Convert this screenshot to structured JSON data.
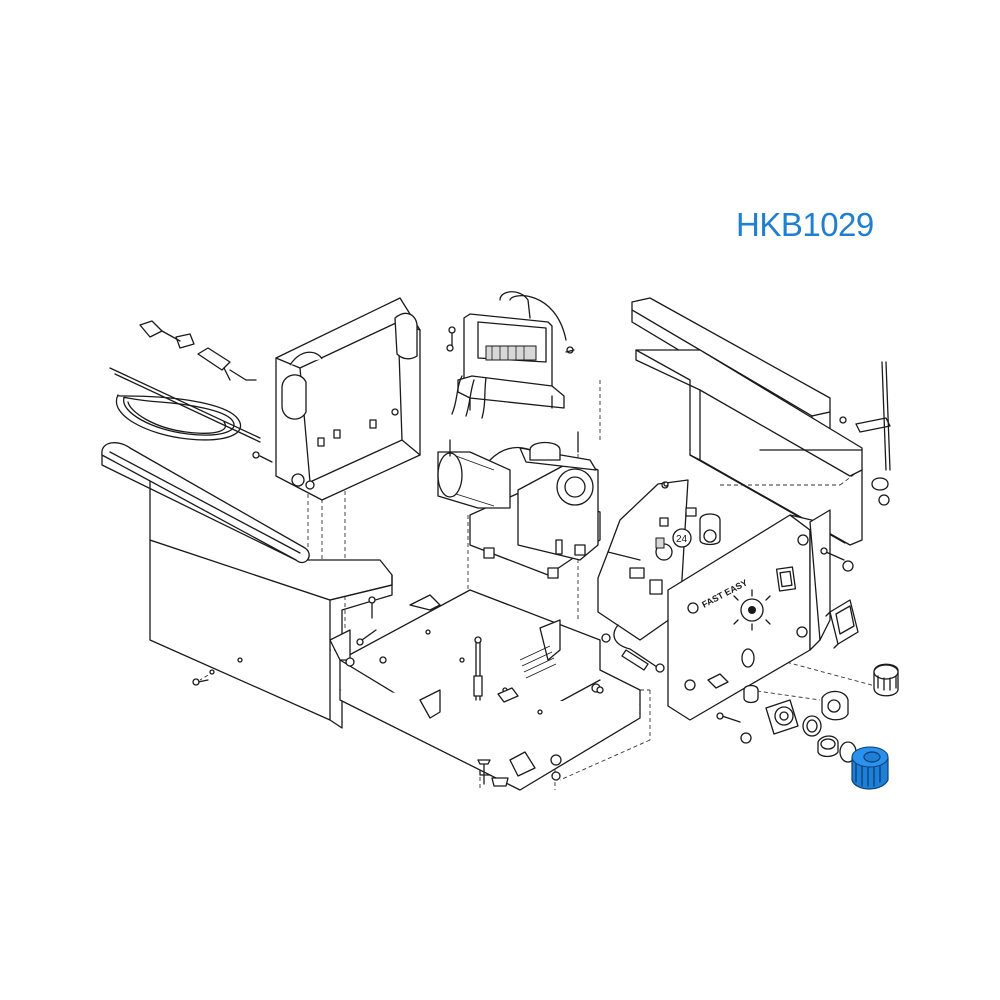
{
  "diagram": {
    "part_code": "HKB1029",
    "callout_number": "24",
    "panel_text": "FAST EASY",
    "highlighted_part": "control-knob",
    "colors": {
      "part_code": "#1f7fd1",
      "highlight": "#1d7fd6",
      "line": "#1a1a1a",
      "background": "#ffffff"
    }
  }
}
